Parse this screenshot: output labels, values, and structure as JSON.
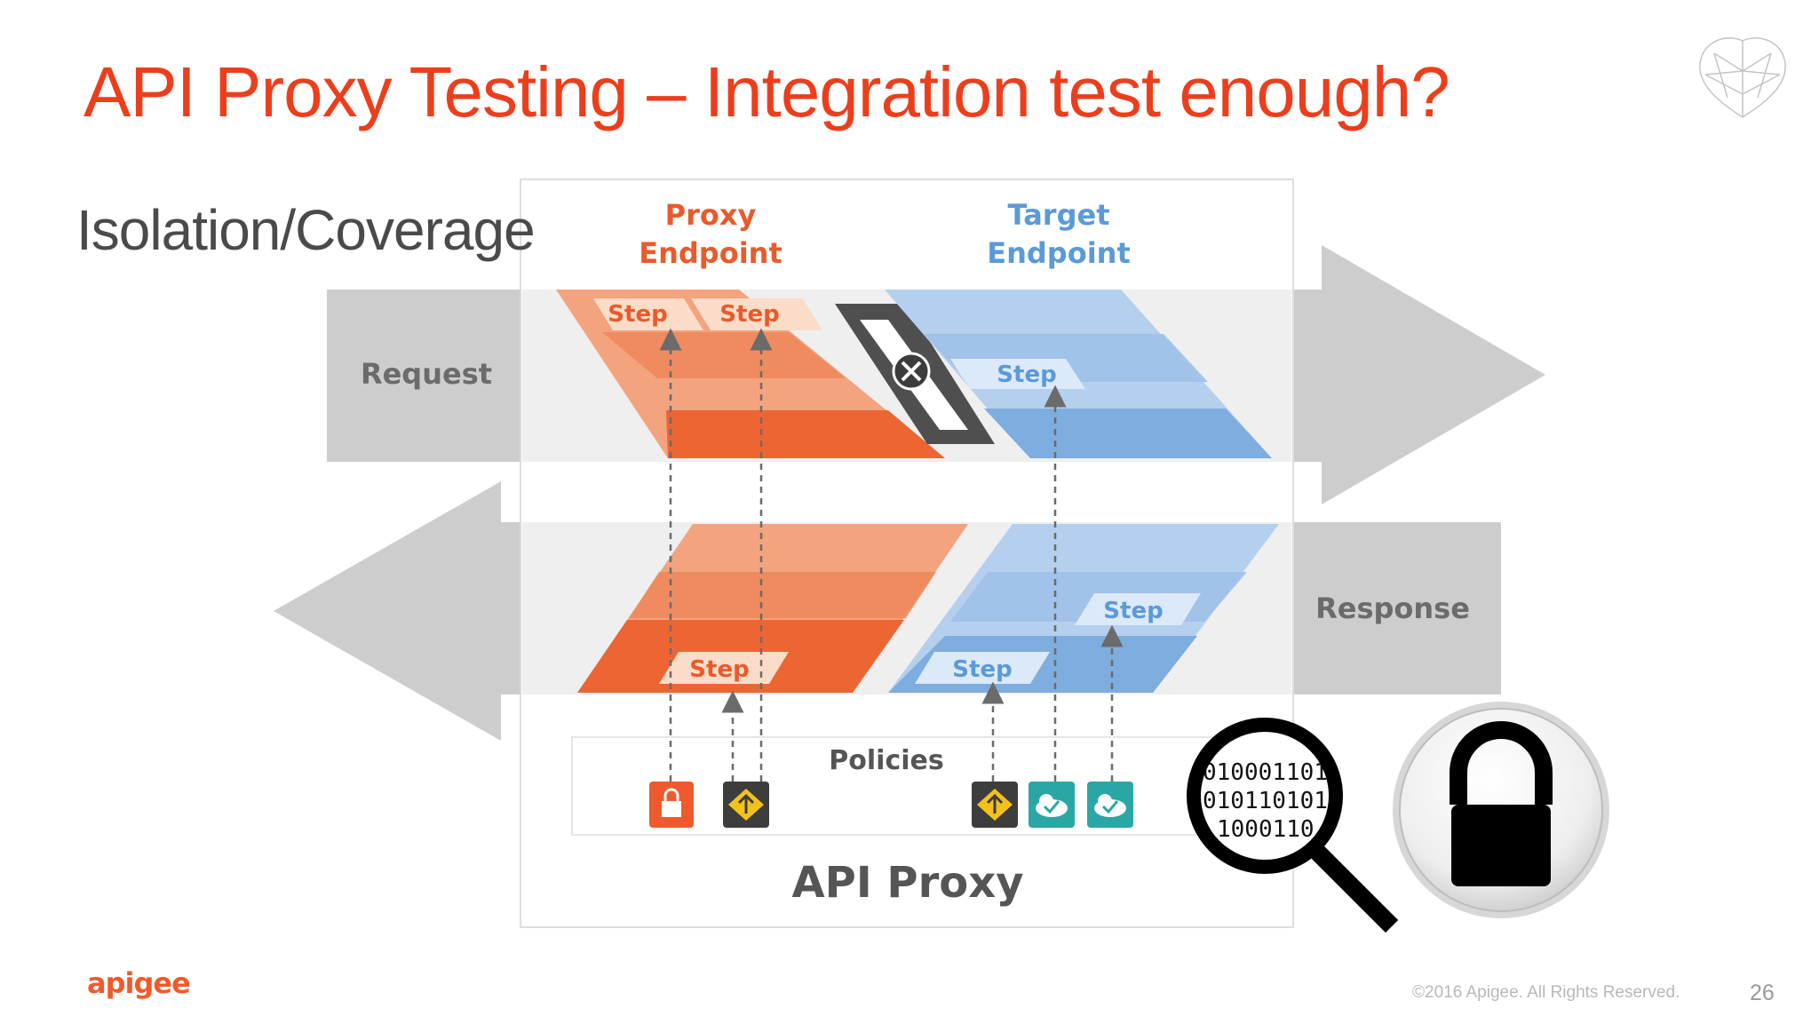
{
  "slide": {
    "title": "API Proxy Testing – Integration test enough?",
    "subtitle": "Isolation/Coverage",
    "logo_text": "apigee",
    "footer": "©2016 Apigee. All Rights Reserved.",
    "page_number": "26",
    "accent_color": "#ed3e1c"
  },
  "diagram": {
    "proxy_endpoint": [
      "Proxy",
      "Endpoint"
    ],
    "target_endpoint": [
      "Target",
      "Endpoint"
    ],
    "request_label": "Request",
    "response_label": "Response",
    "step_label": "Step",
    "policies_label": "Policies",
    "api_proxy_label": "API Proxy",
    "binary_lines": [
      "010001101",
      "010110101",
      "1000110"
    ],
    "colors": {
      "orange": "#f0663a",
      "blue": "#8db8e5",
      "arrow_gray": "#cdcdcd",
      "label_gray": "#6b6b6b",
      "proxy_text": "#ea5a2b",
      "target_text": "#5a9ad8"
    },
    "policy_icons": [
      "lock-policy-icon",
      "route-policy-icon",
      "route-policy-icon",
      "cloud-check-policy-icon",
      "cloud-check-policy-icon"
    ],
    "overlay_icons": [
      "magnifier-icon",
      "padlock-icon",
      "heart-network-icon"
    ]
  }
}
